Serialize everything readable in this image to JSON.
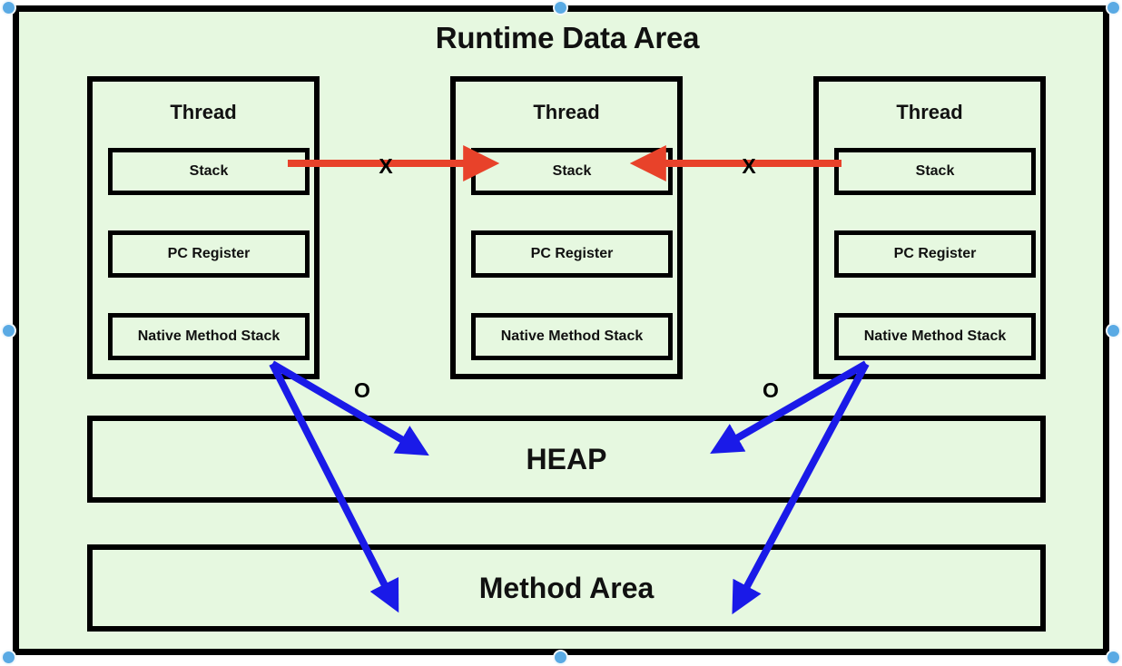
{
  "diagram": {
    "title": "Runtime Data Area",
    "background_color": "#e6f8e0",
    "border_color": "#000000",
    "red_arrow_color": "#e8422a",
    "blue_arrow_color": "#1a1ae8",
    "handle_color": "#5aaae4"
  },
  "threads": [
    {
      "title": "Thread",
      "components": [
        {
          "label": "Stack"
        },
        {
          "label": "PC Register"
        },
        {
          "label": "Native Method Stack"
        }
      ]
    },
    {
      "title": "Thread",
      "components": [
        {
          "label": "Stack"
        },
        {
          "label": "PC Register"
        },
        {
          "label": "Native Method Stack"
        }
      ]
    },
    {
      "title": "Thread",
      "components": [
        {
          "label": "Stack"
        },
        {
          "label": "PC Register"
        },
        {
          "label": "Native Method Stack"
        }
      ]
    }
  ],
  "shared_regions": [
    {
      "label": "HEAP"
    },
    {
      "label": "Method Area"
    }
  ],
  "annotations": {
    "no_access_left": "X",
    "no_access_right": "X",
    "shared_access_left": "O",
    "shared_access_right": "O"
  },
  "arrows": [
    {
      "name": "stack-to-stack-left",
      "color": "#e8422a",
      "meaning": "X",
      "from": "Thread 1 Stack",
      "to": "Thread 2 Stack"
    },
    {
      "name": "stack-to-stack-right",
      "color": "#e8422a",
      "meaning": "X",
      "from": "Thread 3 Stack",
      "to": "Thread 2 Stack"
    },
    {
      "name": "thread1-to-heap",
      "color": "#1a1ae8",
      "meaning": "O",
      "from": "Thread 1",
      "to": "HEAP"
    },
    {
      "name": "thread1-to-method-area",
      "color": "#1a1ae8",
      "meaning": "O",
      "from": "Thread 1",
      "to": "Method Area"
    },
    {
      "name": "thread3-to-heap",
      "color": "#1a1ae8",
      "meaning": "O",
      "from": "Thread 3",
      "to": "HEAP"
    },
    {
      "name": "thread3-to-method-area",
      "color": "#1a1ae8",
      "meaning": "O",
      "from": "Thread 3",
      "to": "Method Area"
    }
  ],
  "selection_handles": [
    {
      "position": "top-left"
    },
    {
      "position": "top-center"
    },
    {
      "position": "top-right"
    },
    {
      "position": "middle-left"
    },
    {
      "position": "middle-right"
    },
    {
      "position": "bottom-left"
    },
    {
      "position": "bottom-center"
    },
    {
      "position": "bottom-right"
    }
  ]
}
